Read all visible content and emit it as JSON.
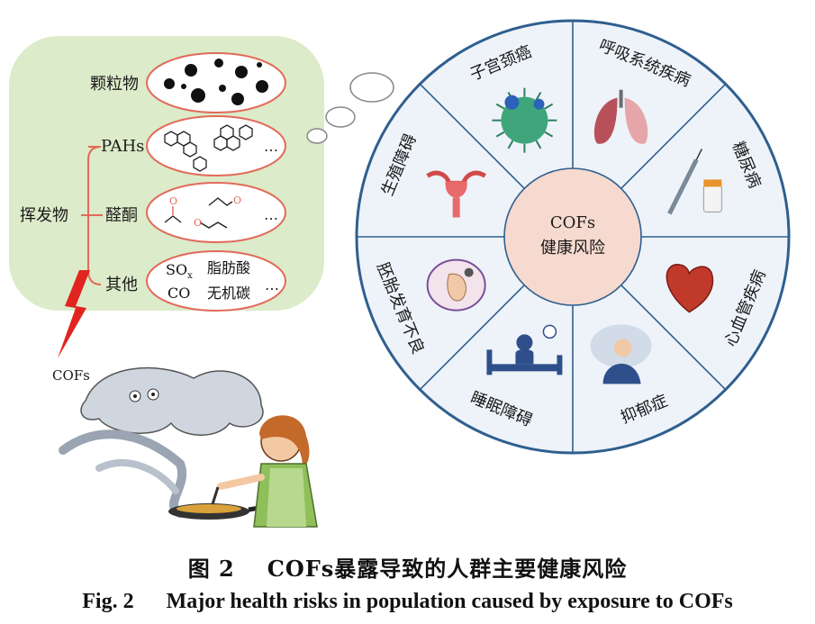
{
  "figure": {
    "caption_cn_num": "图 2",
    "caption_cn_text": "COFs暴露导致的人群主要健康风险",
    "caption_en_num": "Fig. 2",
    "caption_en_text": "Major health risks in population caused by exposure to COFs"
  },
  "bubble": {
    "particulate": "颗粒物",
    "volatiles": "挥发物",
    "pahs": "PAHs",
    "aldehyde_ketone": "醛酮",
    "others": "其他",
    "ellipsis": "…",
    "sox": "SO",
    "sox_sub": "x",
    "co": "CO",
    "fatty_acid": "脂肪酸",
    "inorganic_carbon": "无机碳"
  },
  "source_label": "COFs",
  "wheel": {
    "center_line1": "COFs",
    "center_line2": "健康风险",
    "segments": [
      "呼吸系统疾病",
      "糖尿病",
      "心血管疾病",
      "抑郁症",
      "睡眠障碍",
      "胚胎发育不良",
      "生殖障碍",
      "子宫颈癌"
    ]
  },
  "colors": {
    "bubble_fill": "#dcebc9",
    "ellipse_stroke": "#e26a5a",
    "wheel_fill": "#eef3f9",
    "wheel_stroke": "#2f5f8f",
    "center_fill": "#f6d9cf",
    "lightning": "#e02420"
  }
}
